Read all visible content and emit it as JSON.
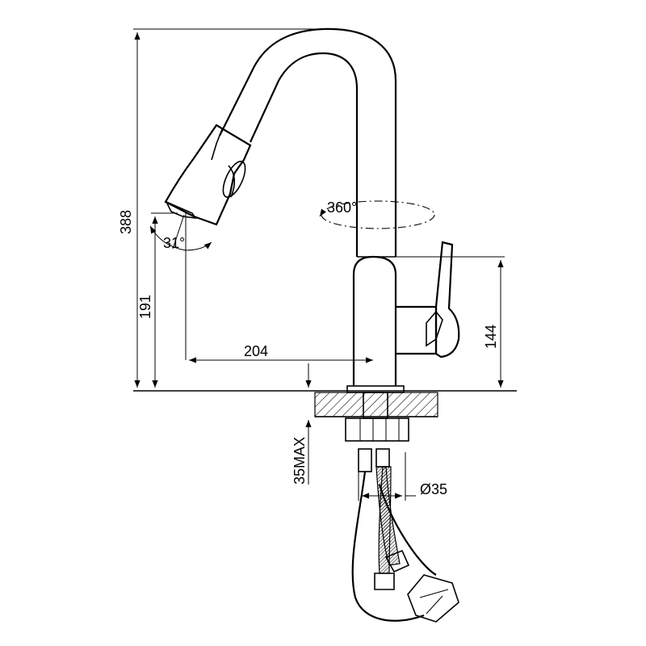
{
  "dimensions": {
    "total_height": "388",
    "spout_height": "191",
    "spout_reach": "204",
    "handle_height": "144",
    "swivel": "360°",
    "spray_angle": "31°",
    "max_counter_thickness": "35MAX",
    "hole_diameter": "Ø35"
  }
}
